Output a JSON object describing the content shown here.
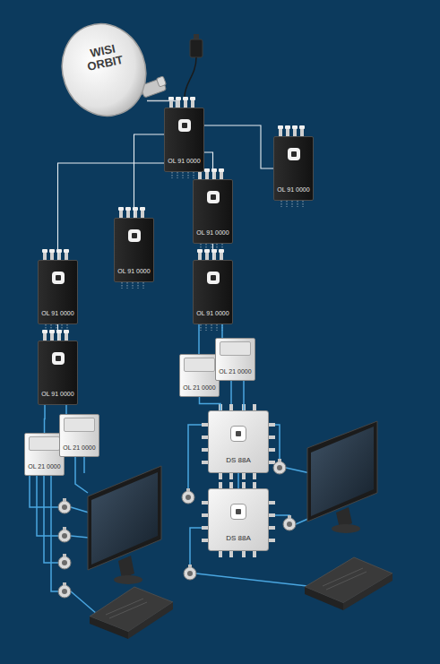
{
  "diagram": {
    "nodes": [
      {
        "text": [
          "WISI ORBIT"
        ]
      },
      {
        "text": [
          "OL 91 0000"
        ]
      },
      {
        "text": [
          "OL 91 0000"
        ]
      },
      {
        "text": [
          "OL 91 0000"
        ]
      },
      {
        "text": [
          "OL 91 0000"
        ]
      },
      {
        "text": [
          "OL 91 0000"
        ]
      },
      {
        "text": [
          "OL 91 0000"
        ]
      },
      {
        "text": [
          "OL 91 0000"
        ]
      },
      {
        "text": [
          "OL 21 0000"
        ]
      },
      {
        "text": [
          "OL 21 0000"
        ]
      },
      {
        "text": [
          "OL 21 0000"
        ]
      },
      {
        "text": [
          "OL 21 0000"
        ]
      },
      {
        "text": [
          "DS 88A"
        ]
      },
      {
        "text": [
          "DS 88A"
        ]
      }
    ],
    "edges": [
      {
        "from": 0,
        "to": 1,
        "arrow": "none"
      },
      {
        "from": 1,
        "to": 2,
        "arrow": "none"
      },
      {
        "from": 1,
        "to": 3,
        "arrow": "none"
      },
      {
        "from": 1,
        "to": 4,
        "arrow": "none"
      },
      {
        "from": 1,
        "to": 6,
        "arrow": "none"
      },
      {
        "from": 3,
        "to": 5,
        "arrow": "none"
      },
      {
        "from": 6,
        "to": 7,
        "arrow": "none"
      },
      {
        "from": 7,
        "to": 10,
        "arrow": "none"
      },
      {
        "from": 7,
        "to": 11,
        "arrow": "none"
      },
      {
        "from": 5,
        "to": 8,
        "arrow": "none"
      },
      {
        "from": 5,
        "to": 9,
        "arrow": "none"
      },
      {
        "from": 8,
        "to": 12,
        "arrow": "none"
      },
      {
        "from": 9,
        "to": 12,
        "arrow": "none"
      },
      {
        "from": 12,
        "to": 13,
        "arrow": "none"
      }
    ]
  }
}
